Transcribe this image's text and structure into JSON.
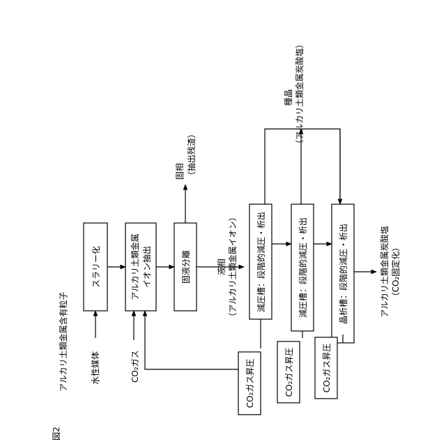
{
  "figure_label": "図2",
  "inputs": {
    "particles": "アルカリ土類金属含有粒子",
    "water": "水性媒体",
    "co2_gas": "CO₂ガス"
  },
  "boxes": {
    "slurry": "スラリー化",
    "extraction_line1": "アルカリ土類金属",
    "extraction_line2": "イオン抽出",
    "separation": "固液分離",
    "tank1": "減圧槽：段階的減圧・析出",
    "tank2": "減圧槽：段階的減圧・析出",
    "tank3": "晶析槽：段階的減圧・析出",
    "compressor1": "CO₂ガス昇圧",
    "compressor2": "CO₂ガス昇圧",
    "compressor3": "CO₂ガス昇圧"
  },
  "outputs": {
    "solid_phase_line1": "固相",
    "solid_phase_line2": "（抽出残渣）",
    "liquid_phase_line1": "液相",
    "liquid_phase_line2": "（アルカリ土類金属イオン）",
    "seed_line1": "種晶",
    "seed_line2": "（アルカリ土類金属炭酸塩）",
    "product_line1": "アルカリ土類金属炭酸塩",
    "product_line2": "（CO₂固定化）"
  }
}
